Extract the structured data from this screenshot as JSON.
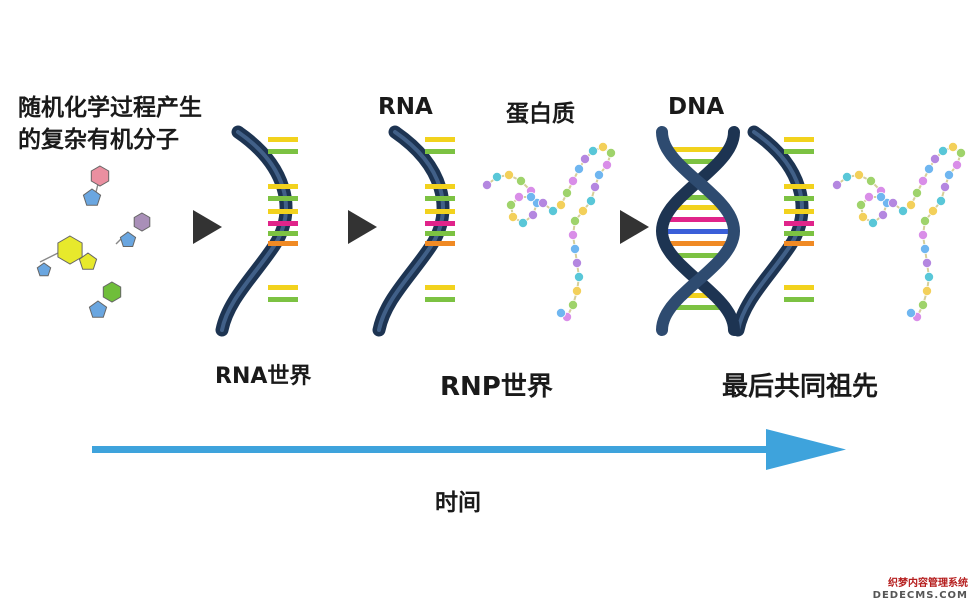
{
  "labels": {
    "random_line1": "随机化学过程产生",
    "random_line2": "的复杂有机分子",
    "rna_top": "RNA",
    "protein": "蛋白质",
    "dna": "DNA",
    "rna_world": "RNA世界",
    "rnp_world": "RNP世界",
    "luca": "最后共同祖先",
    "time": "时间"
  },
  "watermark": {
    "line1": "织梦内容管理系统",
    "line2": "DEDECMS.COM"
  },
  "colors": {
    "helix": "#2e4b70",
    "helix_dark": "#1d3452",
    "arrow": "#3ea3dc",
    "play": "#333333",
    "rung_yellow": "#f2d21d",
    "rung_green": "#7cc242",
    "rung_magenta": "#e0248a",
    "rung_orange": "#f08a24",
    "rung_blue": "#3a5fd9"
  }
}
